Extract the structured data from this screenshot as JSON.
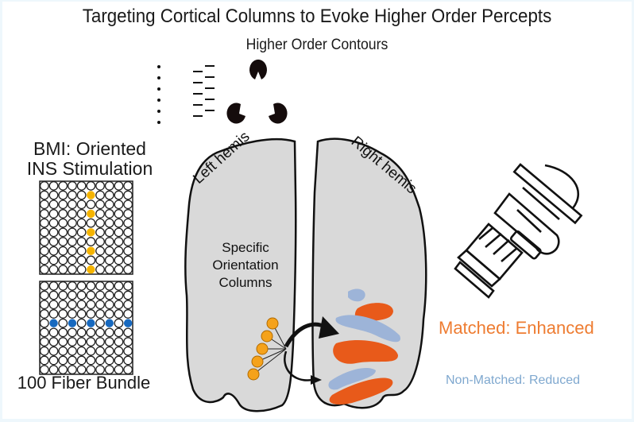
{
  "title": "Targeting Cortical Columns to Evoke Higher Order Percepts",
  "contours": {
    "label": "Higher Order Contours",
    "items": [
      "dotted-line-icon",
      "dash-ladder-icon",
      "kanizsa-triangle-icon"
    ]
  },
  "bmi": {
    "line1": "BMI: Oriented",
    "line2": "INS Stimulation",
    "grid_rows": 10,
    "grid_cols": 10,
    "vertical_pattern": {
      "color": "#f5b400",
      "col": 5,
      "rows": [
        1,
        3,
        5,
        7,
        9
      ]
    },
    "horizontal_pattern": {
      "color": "#1769bf",
      "row": 4,
      "cols": [
        1,
        3,
        5,
        7,
        9
      ]
    },
    "caption": "100 Fiber Bundle"
  },
  "brain": {
    "left_label": "Left hemis",
    "right_label": "Right hemis",
    "columns_label": [
      "Specific",
      "Orientation",
      "Columns"
    ],
    "fill": "#d9d9d9",
    "node_color": "#f5a21b",
    "node_count": 5
  },
  "legend": {
    "matched": "Matched: Enhanced",
    "matched_color": "#ee7c31",
    "nonmatched": "Non-Matched: Reduced",
    "nonmatched_color": "#9db4d8",
    "enhanced_fill": "#e85a1a"
  },
  "device_icon": "microscope-objective-icon"
}
